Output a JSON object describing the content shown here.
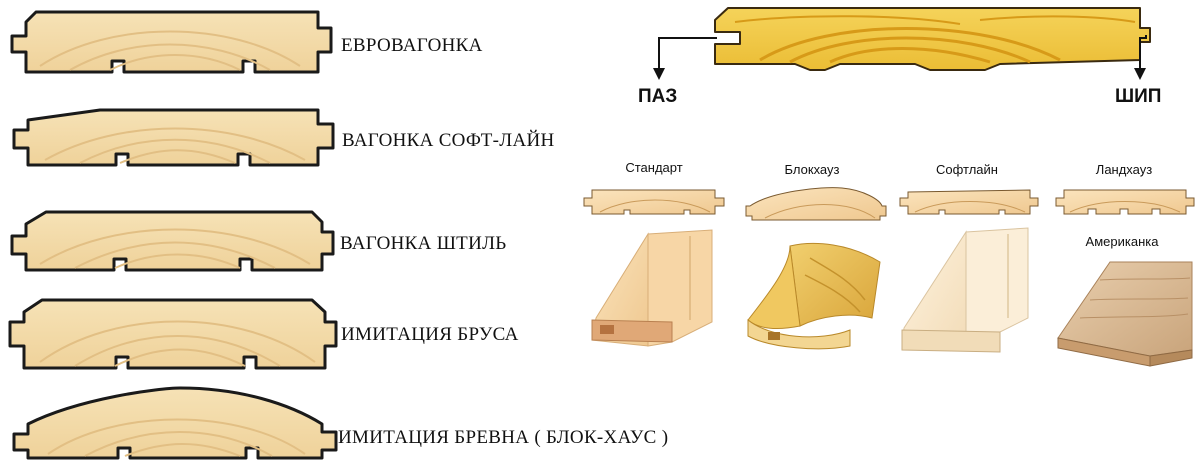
{
  "profiles": [
    {
      "label": "ЕВРОВАГОНКА"
    },
    {
      "label": "ВАГОНКА СОФТ-ЛАЙН"
    },
    {
      "label": "ВАГОНКА ШТИЛЬ"
    },
    {
      "label": "ИМИТАЦИЯ БРУСА"
    },
    {
      "label": "ИМИТАЦИЯ БРЕВНА ( БЛОК-ХАУС )"
    }
  ],
  "tongue_groove": {
    "groove_label": "ПАЗ",
    "tongue_label": "ШИП"
  },
  "types": [
    {
      "label": "Стандарт"
    },
    {
      "label": "Блокхауз"
    },
    {
      "label": "Софтлайн"
    },
    {
      "label": "Ландхауз"
    },
    {
      "label": "Американка"
    }
  ],
  "colors": {
    "wood_fill": "#f3dcaa",
    "wood_grain": "#e8c98f",
    "outline": "#1a1a1a",
    "yellow_board": "#f0c640",
    "yellow_ring": "#e3a91f"
  }
}
